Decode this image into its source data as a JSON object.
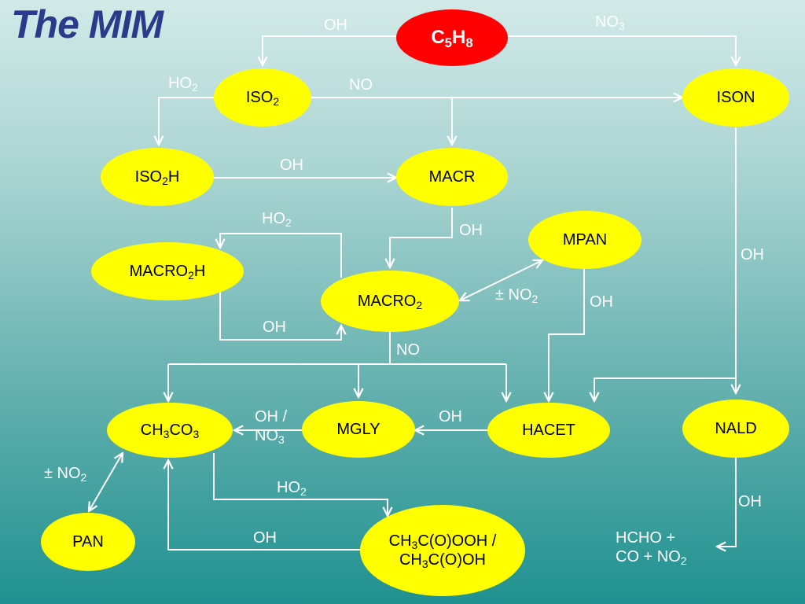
{
  "title": "The MIM",
  "colors": {
    "title": "#2c3a8c",
    "species_fill": "#ffff00",
    "precursor_fill": "#ff0000",
    "arrows": "#ffffff"
  },
  "species": {
    "c5h8": [
      {
        "t": "C"
      },
      {
        "t": "5",
        "sub": true
      },
      {
        "t": "H"
      },
      {
        "t": "8",
        "sub": true
      }
    ],
    "iso2": [
      {
        "t": "ISO"
      },
      {
        "t": "2",
        "sub": true
      }
    ],
    "ison": [
      {
        "t": "ISON"
      }
    ],
    "iso2h": [
      {
        "t": "ISO"
      },
      {
        "t": "2",
        "sub": true
      },
      {
        "t": "H"
      }
    ],
    "macr": [
      {
        "t": "MACR"
      }
    ],
    "mpan": [
      {
        "t": "MPAN"
      }
    ],
    "macro2h": [
      {
        "t": "MACRO"
      },
      {
        "t": "2",
        "sub": true
      },
      {
        "t": "H"
      }
    ],
    "macro2": [
      {
        "t": "MACRO"
      },
      {
        "t": "2",
        "sub": true
      }
    ],
    "ch3co3": [
      {
        "t": "CH"
      },
      {
        "t": "3",
        "sub": true
      },
      {
        "t": "CO"
      },
      {
        "t": "3",
        "sub": true
      }
    ],
    "mgly": [
      {
        "t": "MGLY"
      }
    ],
    "hacet": [
      {
        "t": "HACET"
      }
    ],
    "nald": [
      {
        "t": "NALD"
      }
    ],
    "pan": [
      {
        "t": "PAN"
      }
    ],
    "ch3cooh": [
      {
        "t": "CH"
      },
      {
        "t": "3",
        "sub": true
      },
      {
        "t": "C(O)OOH /"
      },
      {
        "br": true
      },
      {
        "t": "CH"
      },
      {
        "t": "3",
        "sub": true
      },
      {
        "t": "C(O)OH"
      }
    ]
  },
  "reactants": {
    "oh_top": [
      {
        "t": "OH"
      }
    ],
    "no3_top": [
      {
        "t": "NO"
      },
      {
        "t": "3",
        "sub": true
      }
    ],
    "ho2_iso2": [
      {
        "t": "HO"
      },
      {
        "t": "2",
        "sub": true
      }
    ],
    "no_iso2": [
      {
        "t": "NO"
      }
    ],
    "oh_iso2h": [
      {
        "t": "OH"
      }
    ],
    "ho2_macro2": [
      {
        "t": "HO"
      },
      {
        "t": "2",
        "sub": true
      }
    ],
    "oh_macr": [
      {
        "t": "OH"
      }
    ],
    "oh_ison": [
      {
        "t": "OH"
      }
    ],
    "pm_no2_mpan": [
      {
        "t": "± NO"
      },
      {
        "t": "2",
        "sub": true
      }
    ],
    "oh_mpan": [
      {
        "t": "OH"
      }
    ],
    "oh_macro2h": [
      {
        "t": "OH"
      }
    ],
    "no_macro2": [
      {
        "t": "NO"
      }
    ],
    "oh_no3_mgly": [
      {
        "t": "OH /"
      },
      {
        "br": true
      },
      {
        "t": "NO"
      },
      {
        "t": "3",
        "sub": true
      }
    ],
    "oh_hacet": [
      {
        "t": "OH"
      }
    ],
    "pm_no2_pan": [
      {
        "t": "± NO"
      },
      {
        "t": "2",
        "sub": true
      }
    ],
    "ho2_ch3co3": [
      {
        "t": "HO"
      },
      {
        "t": "2",
        "sub": true
      }
    ],
    "oh_nald": [
      {
        "t": "OH"
      }
    ],
    "oh_ch3cooh": [
      {
        "t": "OH"
      }
    ]
  },
  "products": {
    "nald_products": [
      {
        "t": "HCHO +"
      },
      {
        "br": true
      },
      {
        "t": "CO + NO"
      },
      {
        "t": "2",
        "sub": true
      }
    ]
  }
}
